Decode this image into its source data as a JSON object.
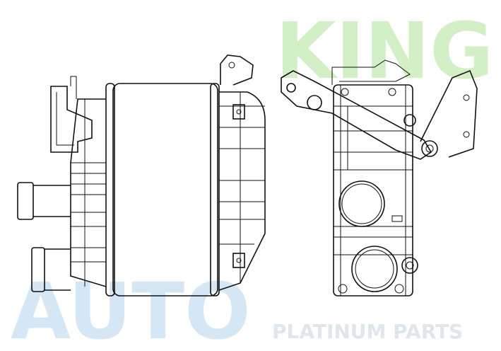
{
  "drawing": {
    "subject": "intercooler",
    "views": [
      "side-view",
      "front-view"
    ]
  },
  "watermark": {
    "brand_part1": "AUTO",
    "brand_part2": "KING",
    "tagline": "PLATINUM PARTS",
    "color_blue": "#cfe3f3",
    "color_green": "#cdeec0"
  }
}
